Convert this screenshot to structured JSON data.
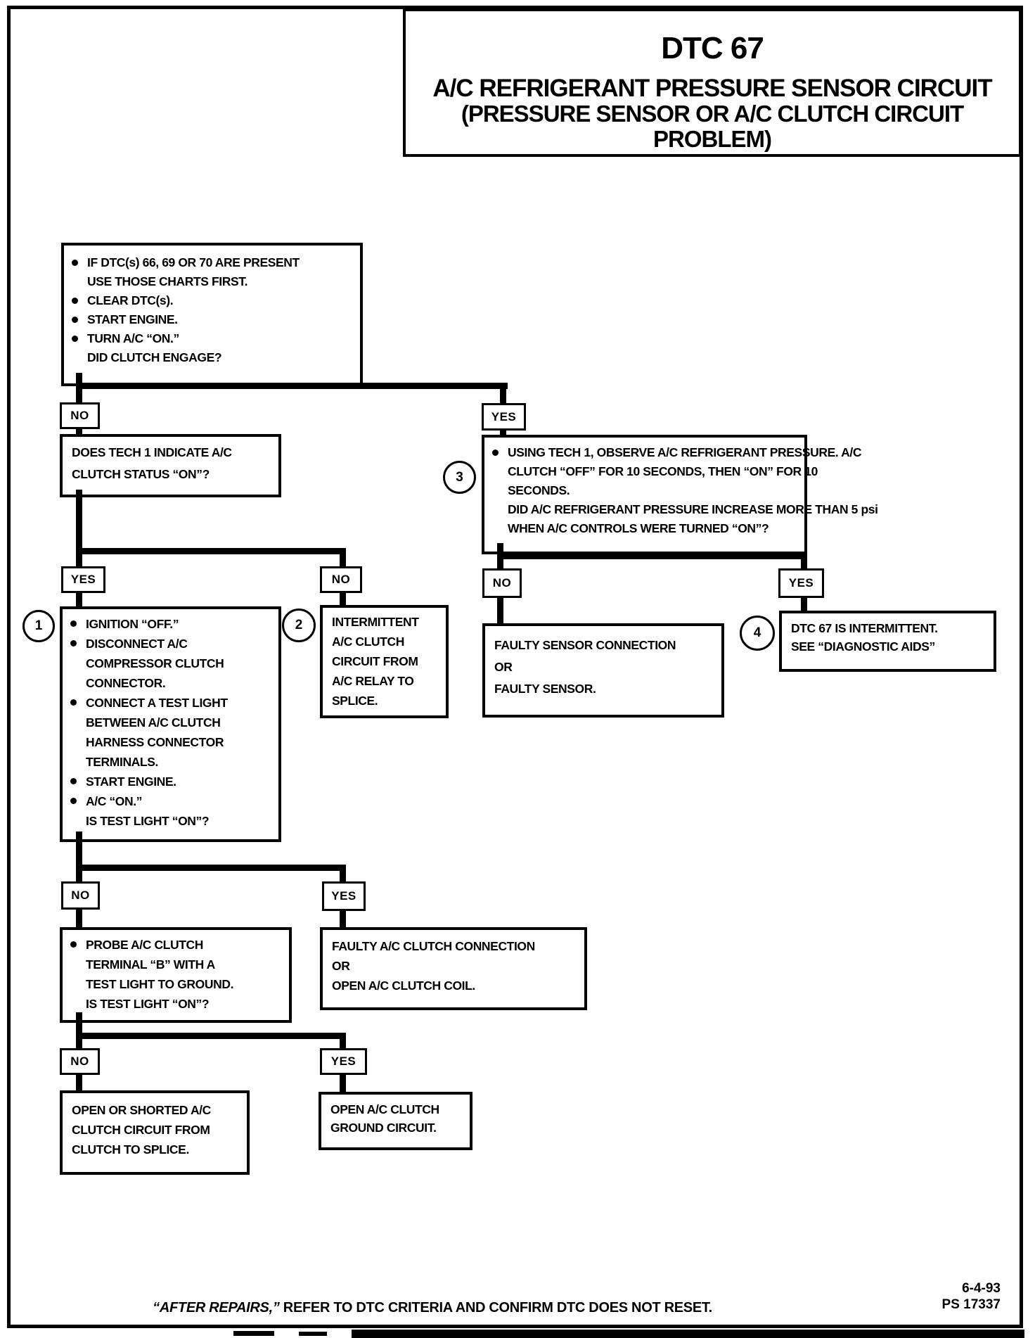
{
  "title": {
    "code": "DTC 67",
    "line1": "A/C REFRIGERANT PRESSURE SENSOR CIRCUIT",
    "line2": "(PRESSURE SENSOR OR A/C CLUTCH CIRCUIT PROBLEM)"
  },
  "labels": {
    "yes": "YES",
    "no": "NO",
    "step1": "1",
    "step2": "2",
    "step3": "3",
    "step4": "4"
  },
  "nodes": {
    "start": {
      "lines": [
        "IF DTC(s) 66, 69 OR 70 ARE PRESENT",
        "USE THOSE CHARTS FIRST.",
        "CLEAR DTC(s).",
        "START ENGINE.",
        "TURN A/C “ON.”",
        "DID CLUTCH ENGAGE?"
      ]
    },
    "tech1_status": {
      "lines": [
        "DOES TECH 1 INDICATE A/C",
        "CLUTCH STATUS “ON”?"
      ]
    },
    "ignition_test": {
      "lines": [
        "IGNITION “OFF.”",
        "DISCONNECT A/C",
        "COMPRESSOR CLUTCH",
        "CONNECTOR.",
        "CONNECT A TEST LIGHT",
        "BETWEEN A/C CLUTCH",
        "HARNESS CONNECTOR",
        "TERMINALS.",
        "START ENGINE.",
        "A/C “ON.”",
        "IS TEST LIGHT “ON”?"
      ]
    },
    "intermittent_clutch": {
      "lines": [
        "INTERMITTENT",
        "A/C CLUTCH",
        "CIRCUIT FROM",
        "A/C RELAY TO",
        "SPLICE."
      ]
    },
    "observe_pressure": {
      "lines": [
        "USING TECH 1, OBSERVE A/C REFRIGERANT PRESSURE.  A/C",
        "CLUTCH “OFF” FOR 10 SECONDS, THEN “ON” FOR 10",
        "SECONDS.",
        "DID A/C REFRIGERANT PRESSURE INCREASE MORE THAN 5 psi",
        "WHEN A/C CONTROLS WERE TURNED “ON”?"
      ]
    },
    "faulty_sensor": {
      "lines": [
        "FAULTY SENSOR CONNECTION",
        "OR",
        "FAULTY SENSOR."
      ]
    },
    "dtc67_intermittent": {
      "lines": [
        "DTC 67 IS INTERMITTENT.",
        "SEE “DIAGNOSTIC AIDS”"
      ]
    },
    "probe_terminal_b": {
      "lines": [
        "PROBE A/C CLUTCH",
        "TERMINAL “B” WITH A",
        "TEST LIGHT TO GROUND.",
        "IS TEST LIGHT “ON”?"
      ]
    },
    "faulty_clutch_connection": {
      "lines": [
        "FAULTY A/C CLUTCH CONNECTION",
        "OR",
        "OPEN A/C CLUTCH COIL."
      ]
    },
    "open_shorted_clutch": {
      "lines": [
        "OPEN OR SHORTED A/C",
        "CLUTCH CIRCUIT FROM",
        "CLUTCH TO SPLICE."
      ]
    },
    "open_ground": {
      "lines": [
        "OPEN A/C CLUTCH",
        "GROUND CIRCUIT."
      ]
    }
  },
  "footer": {
    "note_italic": "“AFTER REPAIRS,”",
    "note_rest": " REFER TO DTC CRITERIA AND CONFIRM DTC DOES NOT RESET.",
    "date": "6-4-93",
    "doc_number": "PS 17337"
  }
}
